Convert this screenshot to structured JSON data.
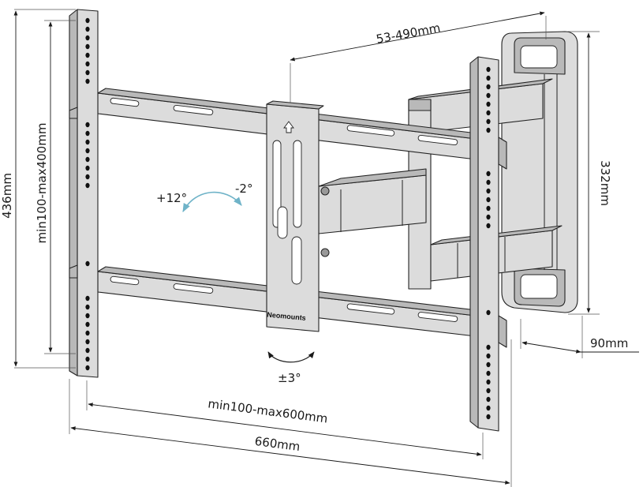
{
  "dimensions": {
    "arm_extension": "53-490mm",
    "overall_height": "436mm",
    "vesa_height": "min100-max400mm",
    "wall_plate_height": "332mm",
    "wall_depth": "90mm",
    "vesa_width": "min100-max600mm",
    "overall_width": "660mm"
  },
  "angles": {
    "tilt_up": "+12°",
    "tilt_down": "-2°",
    "rotation": "±3°"
  },
  "brand_label": "Neomounts",
  "colors": {
    "tilt_arrow": "#6fb3c8",
    "lines": "#1a1a1a",
    "metal": "#dcdcdc"
  }
}
